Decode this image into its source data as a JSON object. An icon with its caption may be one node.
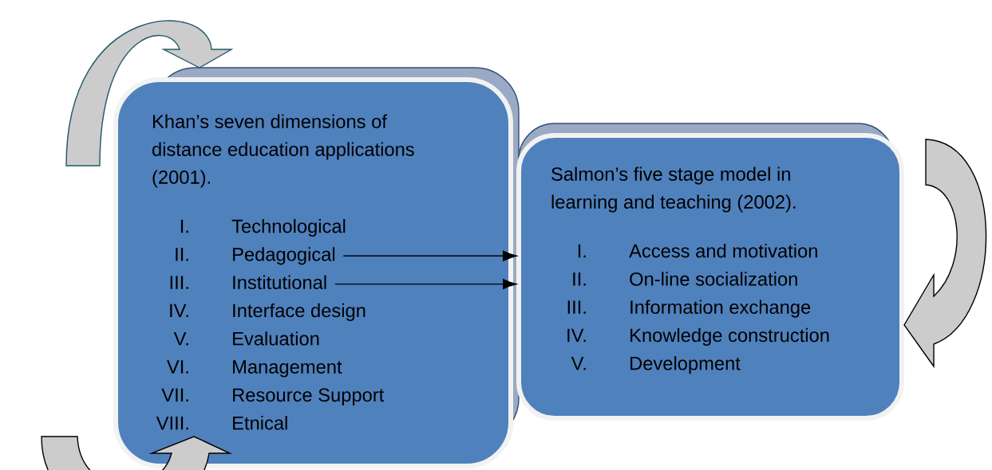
{
  "diagram": {
    "nodes": [
      {
        "text": [
          "Khan’s seven dimensions of distance education applications (2001)."
        ]
      },
      {
        "text": [
          "I.",
          "Technological"
        ],
        "in": 0
      },
      {
        "text": [
          "II.",
          "Pedagogical"
        ],
        "in": 0
      },
      {
        "text": [
          "III.",
          "Institutional"
        ],
        "in": 0
      },
      {
        "text": [
          "IV.",
          "Interface design"
        ],
        "in": 0
      },
      {
        "text": [
          "V.",
          "Evaluation"
        ],
        "in": 0
      },
      {
        "text": [
          "VI.",
          "Management"
        ],
        "in": 0
      },
      {
        "text": [
          "VII.",
          "Resource Support"
        ],
        "in": 0
      },
      {
        "text": [
          "VIII.",
          "Etnical"
        ],
        "in": 0
      },
      {
        "text": [
          "Salmon’s five stage model in learning and teaching (2002)."
        ]
      },
      {
        "text": [
          "I.",
          "Access and motivation"
        ],
        "in": 9
      },
      {
        "text": [
          "II.",
          "On-line socialization"
        ],
        "in": 9
      },
      {
        "text": [
          "III.",
          "Information exchange"
        ],
        "in": 9
      },
      {
        "text": [
          "IV.",
          "Knowledge construction"
        ],
        "in": 9
      },
      {
        "text": [
          "V.",
          "Development"
        ],
        "in": 9
      }
    ],
    "edges": [
      {
        "from": 2,
        "to": 9,
        "arrow": "to"
      },
      {
        "from": 3,
        "to": 9,
        "arrow": "to"
      },
      {
        "from": null,
        "to": 0,
        "arrow": "to",
        "color": "#215868"
      },
      {
        "from": null,
        "to": 0,
        "arrow": "to"
      },
      {
        "from": null,
        "to": 9,
        "arrow": "to"
      }
    ]
  }
}
